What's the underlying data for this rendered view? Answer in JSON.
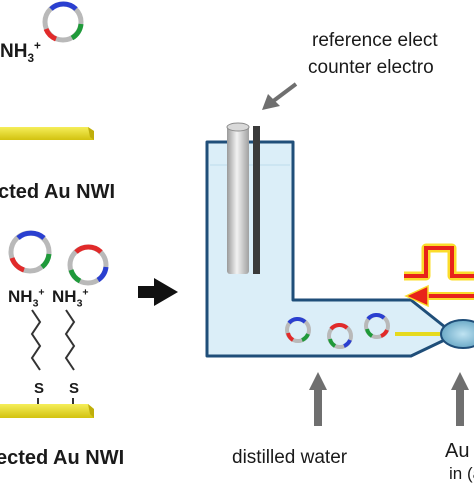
{
  "labels": {
    "nh3_top": "NH3+",
    "nh3_left": "NH3+",
    "nh3_mid": "NH3+",
    "sulfur_1": "S",
    "sulfur_2": "S",
    "caption_top": "cted Au NWI",
    "caption_bottom": "ected Au NWI",
    "reference_electrode": "reference elect",
    "counter_electrode": "counter electro",
    "distilled_water": "distilled water",
    "au_partial": "Au N",
    "in_a_partial": "in (a"
  },
  "colors": {
    "gold": "#ece023",
    "cell_fill": "#dbeef8",
    "cell_stroke": "#1f4e79",
    "arrow_gray": "#6f6f6f",
    "pulse_red": "#e8231a",
    "pulse_glow": "#fbdc2b",
    "ring_gray": "#b9b9b9",
    "ring_blue": "#2a3fd0",
    "ring_red": "#e12a2a",
    "ring_green": "#1f9a3a"
  },
  "icons": [
    "plasmid-ring-icon",
    "electrode-rod-icon",
    "voltage-pulse-icon",
    "arrow-icon"
  ]
}
